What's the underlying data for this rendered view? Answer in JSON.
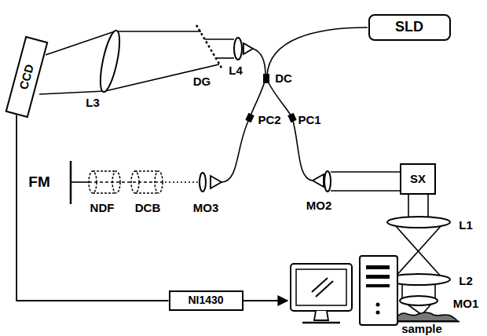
{
  "diagram": {
    "nodes": [
      {
        "text": [
          "CCD"
        ]
      },
      {
        "text": [
          "SLD"
        ]
      },
      {
        "text": [
          "SX"
        ]
      },
      {
        "text": [
          "NI1430"
        ]
      }
    ],
    "edges": [
      {
        "from": 0,
        "to": 3,
        "arrow": "none"
      }
    ],
    "labels": [
      "L3",
      "DG",
      "L4",
      "DC",
      "PC2",
      "PC1",
      "FM",
      "NDF",
      "DCB",
      "MO3",
      "MO2",
      "L1",
      "L2",
      "MO1",
      "sample"
    ]
  }
}
